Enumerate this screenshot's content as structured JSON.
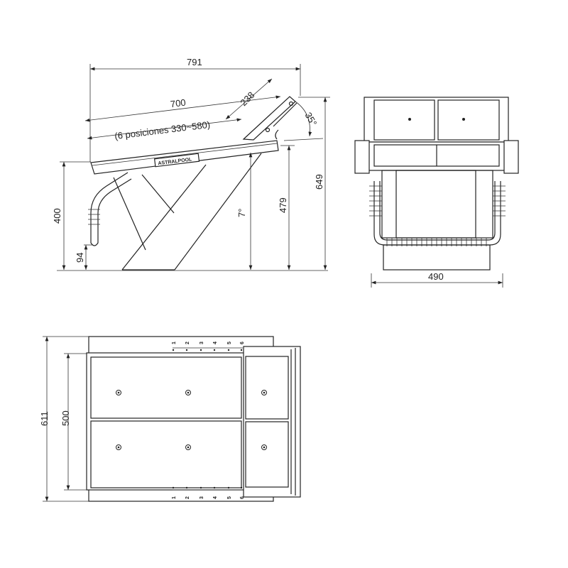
{
  "side_view": {
    "dim_length": "791",
    "dim_board": "700",
    "dim_positions": "(6 posiciones 330~580)",
    "dim_footrest": "238",
    "angle_footrest": "35°",
    "angle_board": "7°",
    "dim_rail_height": "400",
    "dim_rail_bottom": "94",
    "dim_board_height": "479",
    "dim_total_height": "649",
    "brand": "ASTRALPOOL"
  },
  "front_view": {
    "dim_width": "490"
  },
  "top_view": {
    "dim_total_width": "611",
    "dim_board_width": "500",
    "scale_numbers": [
      "1",
      "2",
      "3",
      "4",
      "5",
      "6"
    ]
  }
}
